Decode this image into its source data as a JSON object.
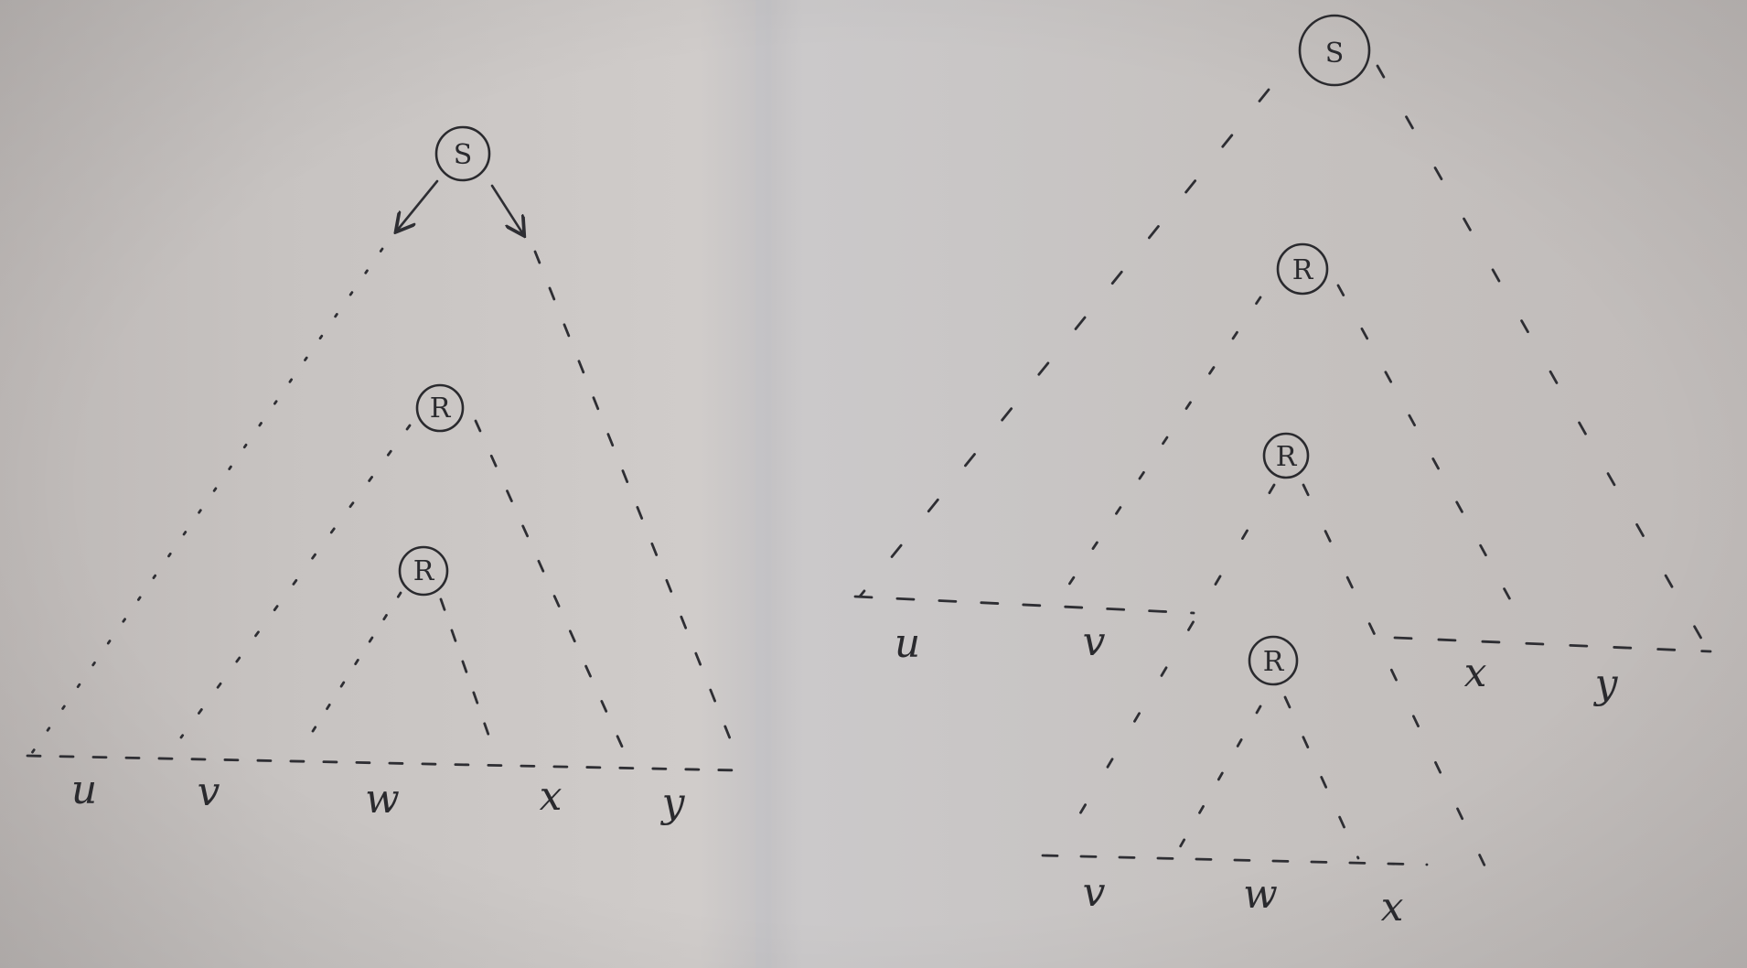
{
  "diagram_left": {
    "root": "S",
    "inner_1": "R",
    "inner_2": "R",
    "leaves": [
      "u",
      "v",
      "w",
      "x",
      "y"
    ]
  },
  "diagram_right": {
    "root": "S",
    "inner_1": "R",
    "inner_2": "R",
    "inner_3": "R",
    "leaves_upper": [
      "u",
      "v",
      "x",
      "y"
    ],
    "leaves_lower": [
      "v",
      "w",
      "x"
    ]
  },
  "colors": {
    "paper": "#c9c5c2",
    "ink": "#2e2e33"
  }
}
